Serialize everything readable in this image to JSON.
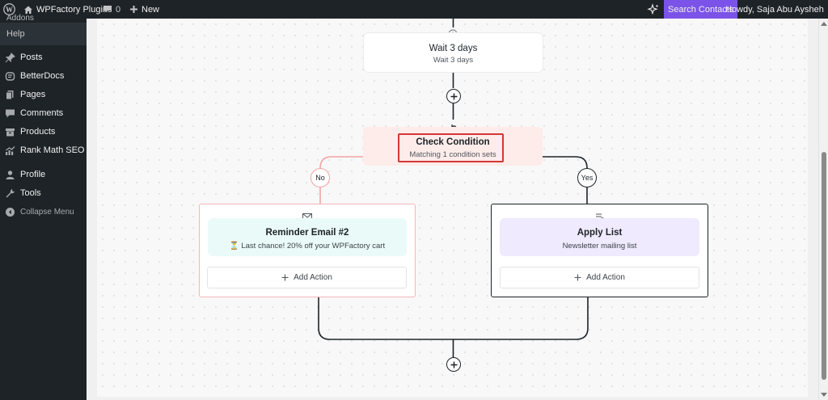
{
  "adminbar": {
    "site_name": "WPFactory Plugins",
    "comment_count": "0",
    "new_label": "New",
    "search_contacts_label": "Search Contacts",
    "howdy_label": "Howdy, Saja Abu Aysheh"
  },
  "sidebar": {
    "cut_item": "Addons",
    "help_label": "Help",
    "items": [
      {
        "label": "Posts",
        "icon": "pin-icon"
      },
      {
        "label": "BetterDocs",
        "icon": "docs-icon"
      },
      {
        "label": "Pages",
        "icon": "pages-icon"
      },
      {
        "label": "Comments",
        "icon": "comment-icon"
      },
      {
        "label": "Products",
        "icon": "products-icon"
      },
      {
        "label": "Rank Math SEO",
        "icon": "chart-icon"
      },
      {
        "label": "Profile",
        "icon": "user-icon"
      },
      {
        "label": "Tools",
        "icon": "wrench-icon"
      },
      {
        "label": "Collapse Menu",
        "icon": "collapse-icon"
      }
    ]
  },
  "workflow": {
    "wait": {
      "title": "Wait 3 days",
      "subtitle": "Wait 3 days"
    },
    "condition": {
      "title": "Check Condition",
      "subtitle": "Matching 1 condition sets"
    },
    "branches": {
      "no_label": "No",
      "yes_label": "Yes"
    },
    "email": {
      "title": "Reminder Email #2",
      "subtitle": "⏳ Last chance! 20% off your WPFactory cart"
    },
    "apply_list": {
      "title": "Apply List",
      "subtitle": "Newsletter mailing list"
    },
    "add_action_label": "Add Action"
  },
  "colors": {
    "accent": "#7b53e8",
    "highlight_border": "#d63638",
    "no_branch": "#f5a3a3",
    "email_bg": "#eafaf8",
    "apply_bg": "#efeafd",
    "condition_bg": "#fdecea"
  }
}
